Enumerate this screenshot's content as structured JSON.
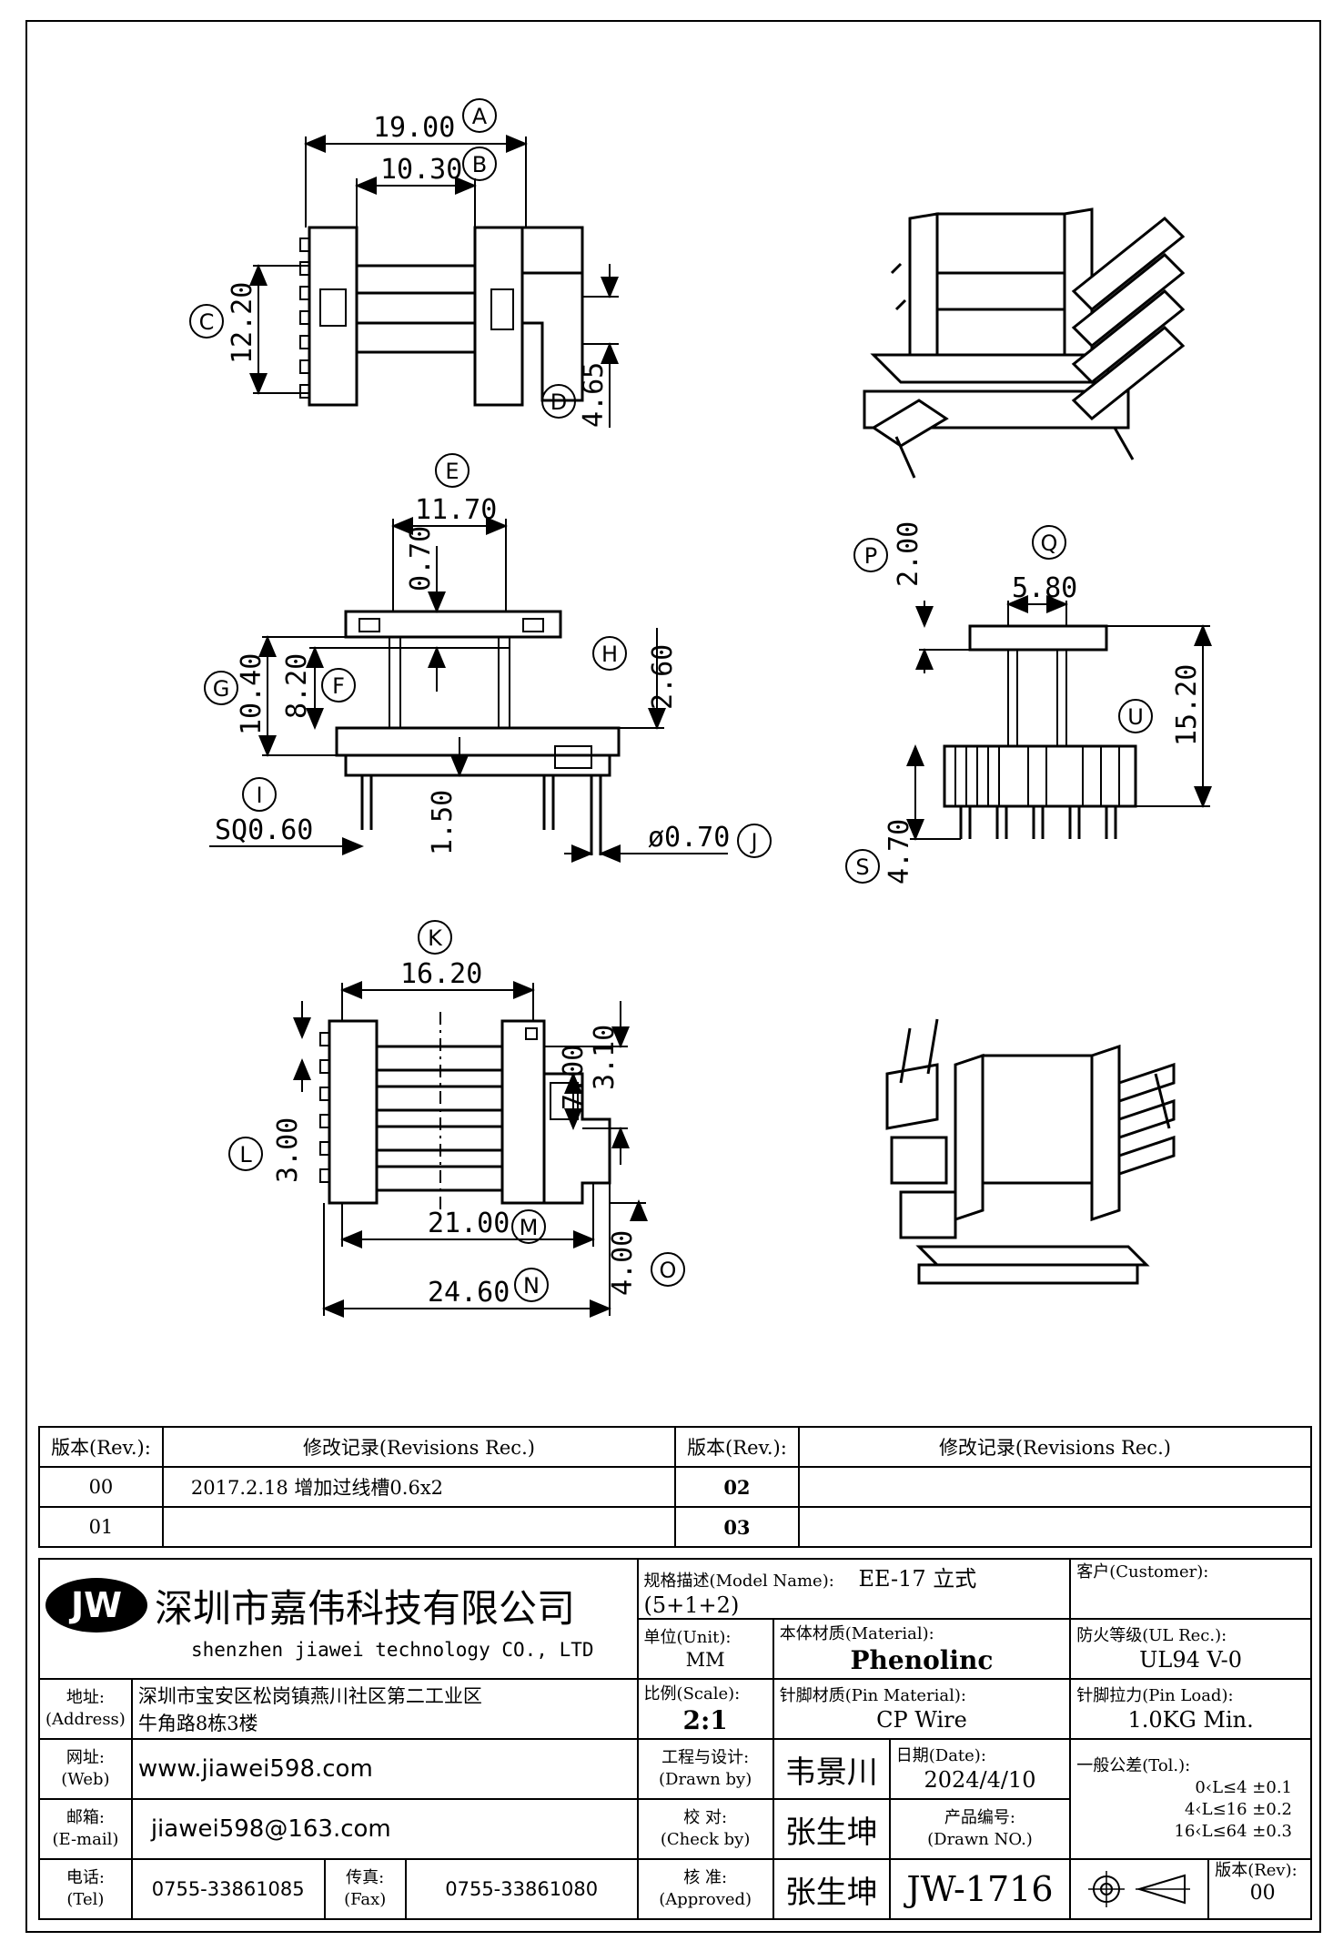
{
  "dimensions": {
    "A": "19.00",
    "B": "10.30",
    "C": "12.20",
    "D": "4.65",
    "E": "11.70",
    "E_offset": "0.70",
    "F": "8.20",
    "G": "10.40",
    "H": "2.60",
    "I": "SQ0.60",
    "pin_len": "1.50",
    "J": "ø0.70",
    "P": "2.00",
    "Q": "5.80",
    "U": "15.20",
    "S": "4.70",
    "K": "16.20",
    "K_side1": "3.10",
    "K_side2": "7.00",
    "L": "3.00",
    "M": "21.00",
    "N": "24.60",
    "O": "4.00"
  },
  "callouts": [
    "A",
    "B",
    "C",
    "D",
    "E",
    "F",
    "G",
    "H",
    "I",
    "J",
    "P",
    "Q",
    "U",
    "S",
    "K",
    "L",
    "M",
    "N",
    "O"
  ],
  "revisions": {
    "header_rev": "版本(Rev.):",
    "header_rec": "修改记录(Revisions Rec.)",
    "rows": [
      {
        "rev": "00",
        "rec": "2017.2.18 增加过线槽0.6x2",
        "rev2": "02",
        "rec2": ""
      },
      {
        "rev": "01",
        "rec": "",
        "rev2": "03",
        "rec2": ""
      }
    ]
  },
  "title_block": {
    "logo": "JW",
    "company_cn": "深圳市嘉伟科技有限公司",
    "company_en": "shenzhen  jiawei  technology  CO., LTD",
    "model_label": "规格描述(Model Name):",
    "model_value": "EE-17 立式 (5+1+2)",
    "customer_label": "客户(Customer):",
    "unit_label": "单位(Unit):",
    "unit_value": "MM",
    "material_label": "本体材质(Material):",
    "material_value": "Phenolinc",
    "ul_label": "防火等级(UL Rec.):",
    "ul_value": "UL94 V-0",
    "address_label": "地址:",
    "address_label_en": "(Address)",
    "address_line1": "深圳市宝安区松岗镇燕川社区第二工业区",
    "address_line2": "牛角路8栋3楼",
    "scale_label": "比例(Scale):",
    "scale_value": "2:1",
    "pin_material_label": "针脚材质(Pin Material):",
    "pin_material_value": "CP Wire",
    "pin_load_label": "针脚拉力(Pin Load):",
    "pin_load_value": "1.0KG Min.",
    "web_label": "网址:",
    "web_label_en": "(Web)",
    "web_value": "www.jiawei598.com",
    "drawn_label": "工程与设计:",
    "drawn_label_en": "(Drawn by)",
    "drawn_value": "韦景川",
    "date_label": "日期(Date):",
    "date_value": "2024/4/10",
    "tol_label": "一般公差(Tol.):",
    "tol_1": "0‹L≤4   ±0.1",
    "tol_2": "4‹L≤16  ±0.2",
    "tol_3": "16‹L≤64 ±0.3",
    "email_label": "邮箱:",
    "email_label_en": "(E-mail)",
    "email_value": "jiawei598@163.com",
    "check_label": "校  对:",
    "check_label_en": "(Check by)",
    "check_value": "张生坤",
    "product_label": "产品编号:",
    "product_label_en": "(Drawn NO.)",
    "product_value": "JW-1716",
    "tel_label": "电话:",
    "tel_label_en": "(Tel)",
    "tel_value": "0755-33861085",
    "fax_label": "传真:",
    "fax_label_en": "(Fax)",
    "fax_value": "0755-33861080",
    "approved_label": "核  准:",
    "approved_label_en": "(Approved)",
    "approved_value": "张生坤",
    "rev_label": "版本(Rev):",
    "rev_value": "00"
  }
}
